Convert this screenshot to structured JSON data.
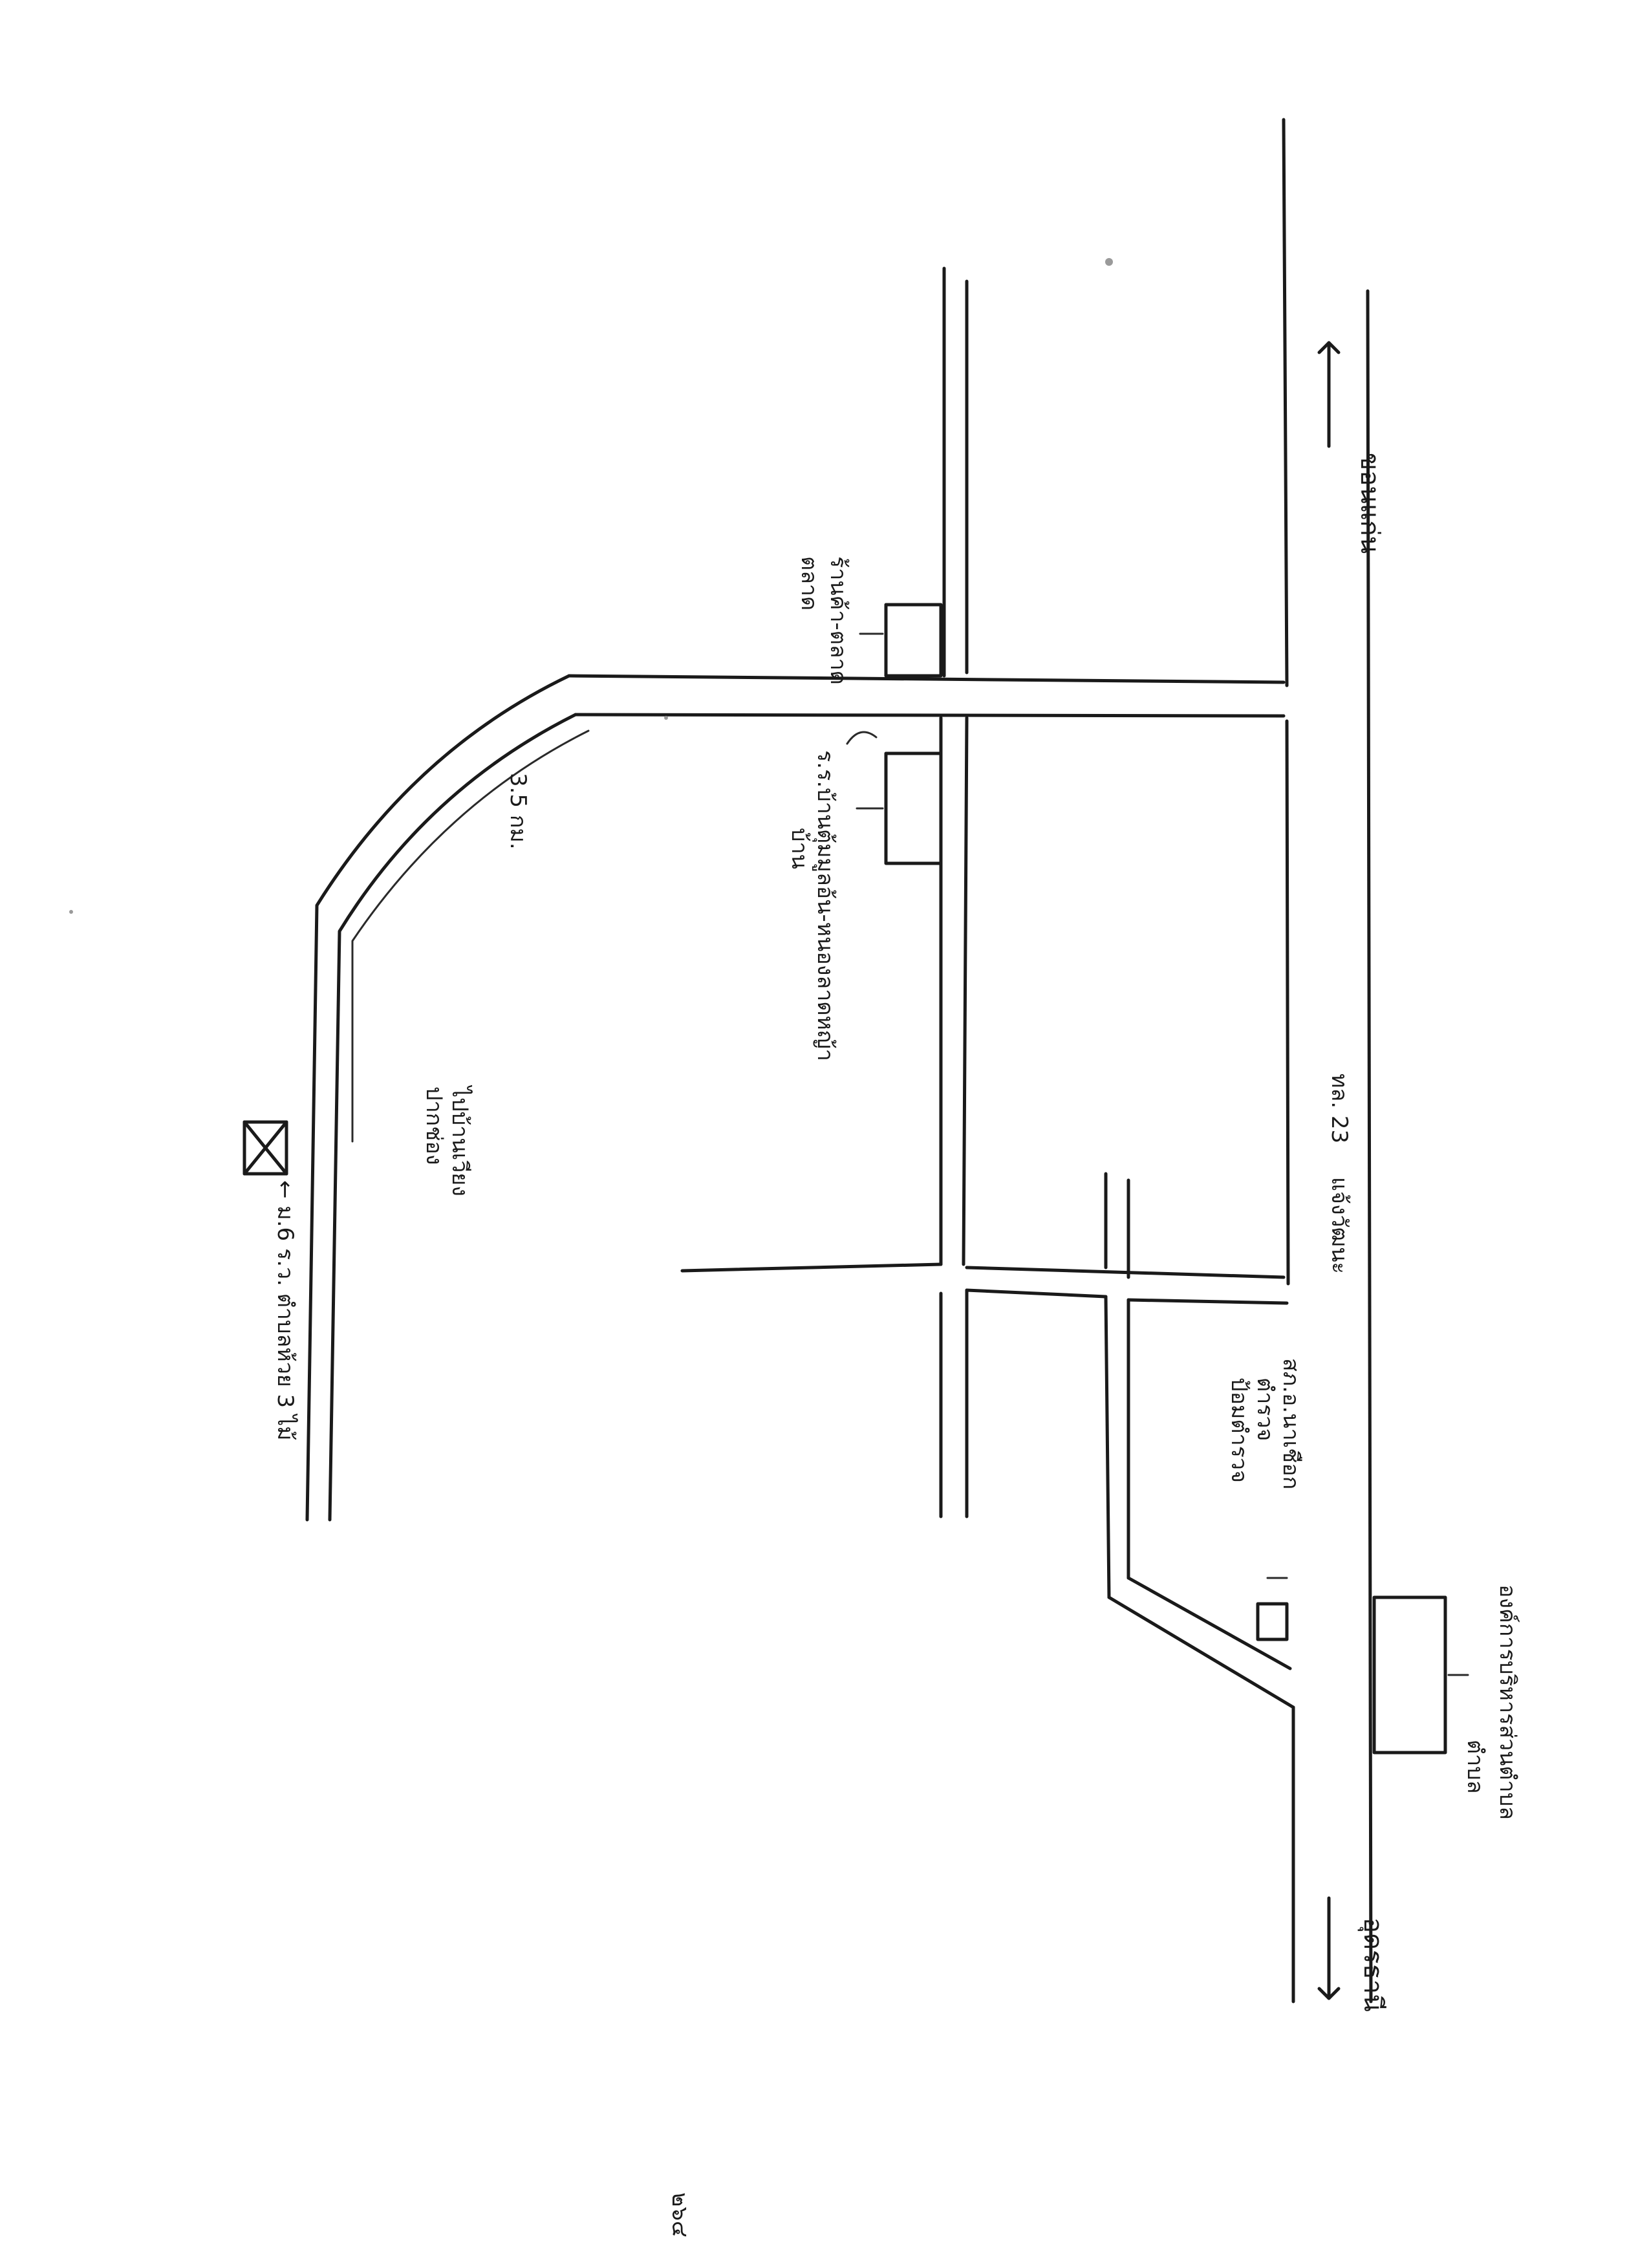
{
  "labels": {
    "khon_kaen": "ขอนแก่น",
    "udon_thani": "อุดรธานี",
    "rd_23_top": "ทล. 23",
    "rd_23_bottom": "แจ้งวัฒนะ",
    "market_top": "ร้านค้า-ตลาด",
    "market_bottom": "ตลาด",
    "school_top": "ร.ร.บ้านตุ้มมูลอ้น-หนองลาดหญ้า",
    "school_bottom": "บ้าน",
    "village_top": "ไปบ้านเวียง",
    "village_bottom": "ปากช่อง",
    "distance": "3.5 กม.",
    "office_top": "องค์การบริหารส่วนตำบล",
    "office_bottom": "ตำบล",
    "police_top": "สภ.อ.นาเชือก",
    "police_mid": "ตำรวจ",
    "police_bottom": "ป้อมตำรวจ",
    "target": "← ม.6 ร.ว. ตำบลห้วย 3 ไม้",
    "page_number": "๒๖๔"
  },
  "colors": {
    "ink": "#1a1a1a",
    "paper": "#ffffff"
  },
  "icons": [
    "arrow-left-icon",
    "arrow-right-icon",
    "target-box-icon"
  ]
}
